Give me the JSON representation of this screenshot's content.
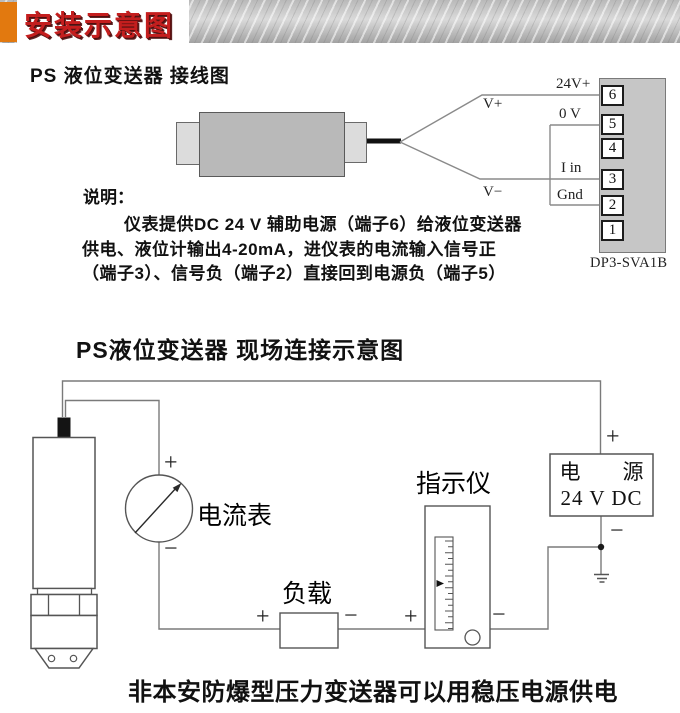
{
  "banner": {
    "title": "安装示意图"
  },
  "colors": {
    "accent_orange": "#e2790f",
    "title_red": "#c41e1e"
  },
  "wiring": {
    "title": "PS 液位变送器 接线图",
    "labels": {
      "v_plus": "V+",
      "v_minus": "V−",
      "t24v": "24V+",
      "t0v": "0 V",
      "iin": "I in",
      "gnd": "Gnd"
    },
    "terminals": [
      "6",
      "5",
      "4",
      "3",
      "2",
      "1"
    ],
    "model": "DP3-SVA1B",
    "note": {
      "heading": "说明：",
      "line1": "仪表提供DC 24 V 辅助电源（端子6）给液位变送器",
      "line2": "供电、液位计输出4-20mA，进仪表的电流输入信号正",
      "line3": "（端子3）、信号负（端子2）直接回到电源负（端子5）"
    }
  },
  "field": {
    "title": "PS液位变送器 现场连接示意图",
    "ammeter_label": "电流表",
    "load_label": "负载",
    "indicator_label": "指示仪",
    "power_name": "电　　源",
    "power_rating": "24 V DC",
    "plus": "+",
    "minus": "−",
    "caption": "非本安防爆型压力变送器可以用稳压电源供电"
  }
}
